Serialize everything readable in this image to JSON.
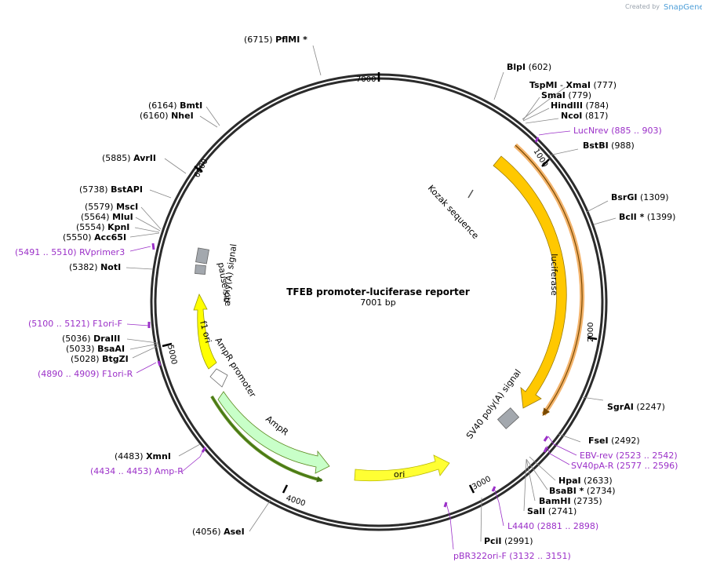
{
  "credit": {
    "prefix": "Created by",
    "brand": "SnapGene"
  },
  "plasmid": {
    "name": "TFEB promoter-luciferase reporter",
    "length_label": "7001 bp",
    "length": 7001
  },
  "ticks": [
    "1000",
    "2000",
    "3000",
    "4000",
    "5000",
    "6000",
    "7000"
  ],
  "features": {
    "luciferase": "luciferase",
    "kozak": "Kozak sequence",
    "sv40": "SV40 poly(A) signal",
    "ori": "ori",
    "ampr": "AmpR",
    "ampr_promoter": "AmpR promoter",
    "f1ori": "f1 ori",
    "polya": "poly(A) signal",
    "pause": "pause site"
  },
  "sites": [
    {
      "name": "PflMI *",
      "pos": "(6715)"
    },
    {
      "name": "BlpI",
      "pos": "(602)"
    },
    {
      "name": "TspMI",
      "sep": "-",
      "name2": "XmaI",
      "pos": "(777)"
    },
    {
      "name": "SmaI",
      "pos": "(779)"
    },
    {
      "name": "HindIII",
      "pos": "(784)"
    },
    {
      "name": "NcoI",
      "pos": "(817)"
    },
    {
      "name": "BstBI",
      "pos": "(988)"
    },
    {
      "name": "BsrGI",
      "pos": "(1309)"
    },
    {
      "name": "BclI *",
      "pos": "(1399)"
    },
    {
      "name": "SgrAI",
      "pos": "(2247)"
    },
    {
      "name": "FseI",
      "pos": "(2492)"
    },
    {
      "name": "HpaI",
      "pos": "(2633)"
    },
    {
      "name": "BsaBI *",
      "pos": "(2734)"
    },
    {
      "name": "BamHI",
      "pos": "(2735)"
    },
    {
      "name": "SalI",
      "pos": "(2741)"
    },
    {
      "name": "PciI",
      "pos": "(2991)"
    },
    {
      "name": "AseI",
      "pos": "(4056)"
    },
    {
      "name": "XmnI",
      "pos": "(4483)"
    },
    {
      "name": "BtgZI",
      "pos": "(5028)"
    },
    {
      "name": "BsaAI",
      "pos": "(5033)"
    },
    {
      "name": "DraIII",
      "pos": "(5036)"
    },
    {
      "name": "NotI",
      "pos": "(5382)"
    },
    {
      "name": "Acc65I",
      "pos": "(5550)"
    },
    {
      "name": "KpnI",
      "pos": "(5554)"
    },
    {
      "name": "MluI",
      "pos": "(5564)"
    },
    {
      "name": "MscI",
      "pos": "(5579)"
    },
    {
      "name": "BstAPI",
      "pos": "(5738)"
    },
    {
      "name": "AvrII",
      "pos": "(5885)"
    },
    {
      "name": "NheI",
      "pos": "(6160)"
    },
    {
      "name": "BmtI",
      "pos": "(6164)"
    }
  ],
  "primers": [
    {
      "name": "LucNrev",
      "range": "(885 .. 903)"
    },
    {
      "name": "EBV-rev",
      "range": "(2523 .. 2542)"
    },
    {
      "name": "SV40pA-R",
      "range": "(2577 .. 2596)"
    },
    {
      "name": "L4440",
      "range": "(2881 .. 2898)"
    },
    {
      "name": "pBR322ori-F",
      "range": "(3132 .. 3151)"
    },
    {
      "name": "Amp-R",
      "range": "(4434 .. 4453)"
    },
    {
      "name": "F1ori-R",
      "range": "(4890 .. 4909)"
    },
    {
      "name": "F1ori-F",
      "range": "(5100 .. 5121)"
    },
    {
      "name": "RVprimer3",
      "range": "(5491 .. 5510)"
    }
  ],
  "colors": {
    "luciferase": "#ffc800",
    "sv40": "#a3a8ae",
    "ori": "#ffff33",
    "ampr": "#c8ffc8",
    "primer": "#9b30c8",
    "orf": "#f3b36b",
    "orf_dark": "#7a4a00",
    "ampr_orf": "#5b8a1e"
  }
}
